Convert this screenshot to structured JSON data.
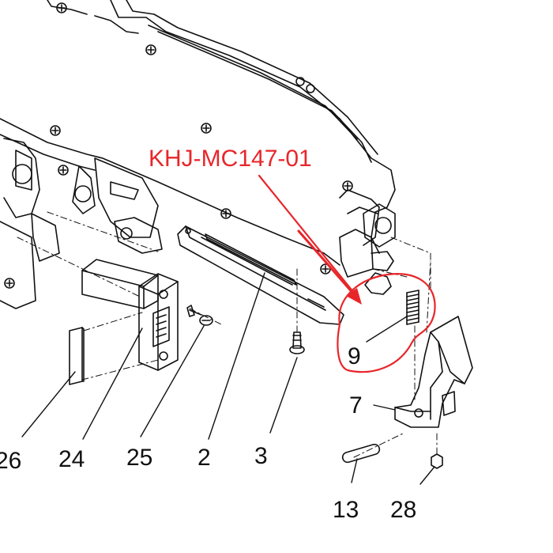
{
  "part_code": {
    "text": "KHJ-MC147-01",
    "color": "#e8262a"
  },
  "callouts": [
    "26",
    "24",
    "25",
    "2",
    "3",
    "9",
    "7",
    "13",
    "28"
  ],
  "colors": {
    "line": "#111111",
    "highlight": "#e8262a",
    "background": "#ffffff"
  }
}
